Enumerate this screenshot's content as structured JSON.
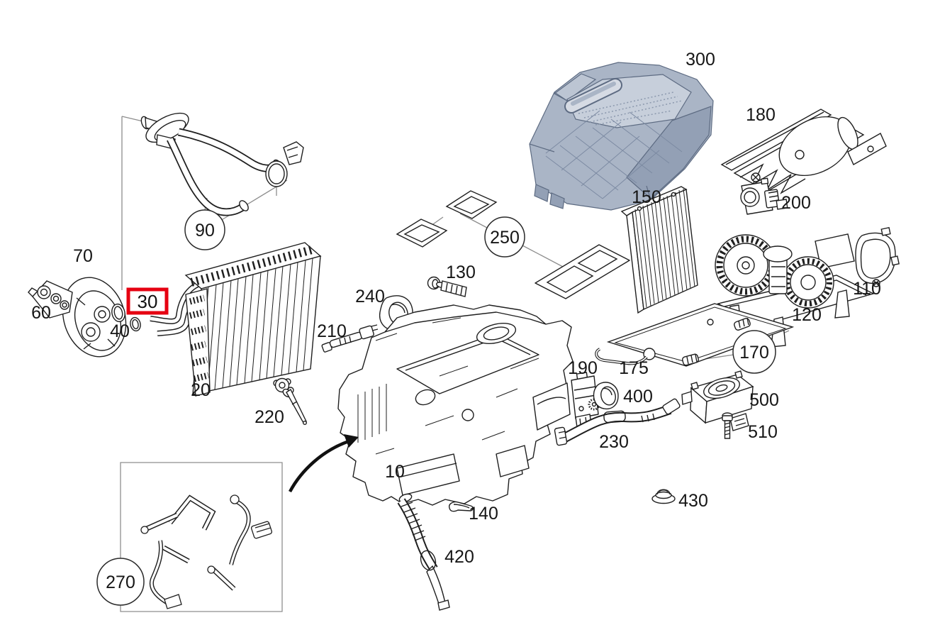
{
  "diagram": {
    "type": "exploded-parts-diagram",
    "subject": "Vehicle HVAC / air-conditioning unit parts diagram"
  },
  "part_labels": {
    "p10": "10",
    "p20": "20",
    "p40": "40",
    "p60": "60",
    "p70": "70",
    "p110": "110",
    "p120": "120",
    "p130": "130",
    "p140": "140",
    "p150": "150",
    "p175": "175",
    "p180": "180",
    "p190": "190",
    "p200": "200",
    "p210": "210",
    "p220": "220",
    "p230": "230",
    "p240": "240",
    "p300": "300",
    "p400": "400",
    "p420": "420",
    "p430": "430",
    "p500": "500",
    "p510": "510"
  },
  "circled_labels": {
    "c90": "90",
    "c170": "170",
    "c250": "250",
    "c270": "270"
  },
  "selected_label": {
    "text": "30",
    "highlight_color": "#e60011"
  },
  "colors": {
    "line": "#1f1f1f",
    "leader": "#8d8d8d",
    "highlight_box": "#e60011",
    "housing_light": "#c7cfdb",
    "housing_mid": "#aab5c6",
    "housing_dark": "#93a0b5"
  }
}
